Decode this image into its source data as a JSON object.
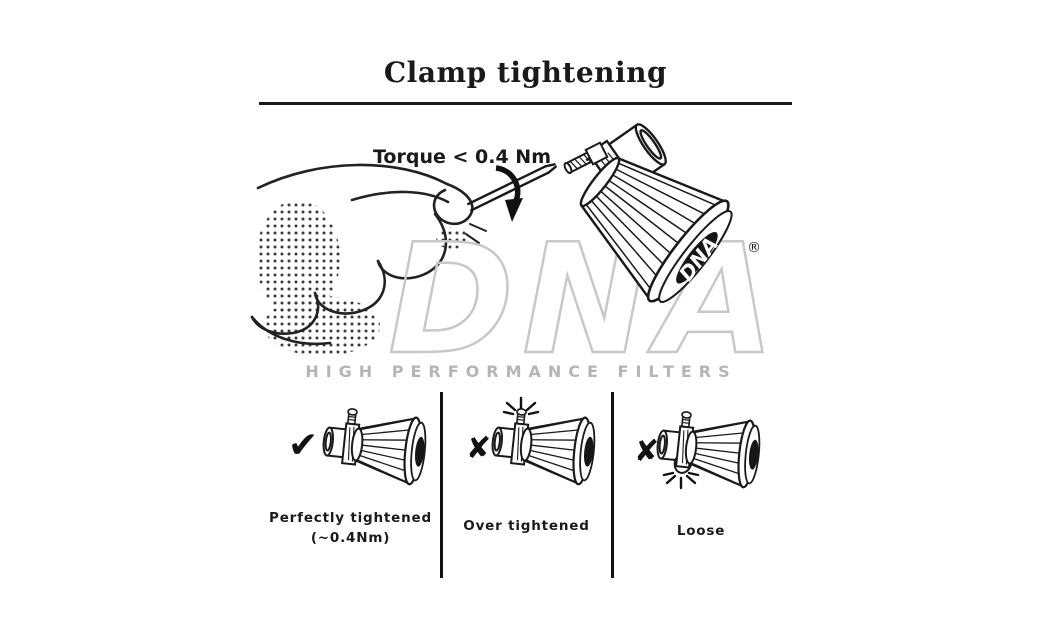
{
  "title": "Clamp tightening",
  "main_diagram": {
    "torque_label": "Torque < 0.4 Nm",
    "cap_logo": "DNA",
    "registered_mark": "®"
  },
  "watermark": {
    "logo": "DNA",
    "tagline": "HIGH PERFORMANCE FILTERS"
  },
  "panels": [
    {
      "mark": "✔",
      "label": "Perfectly tightened",
      "sublabel": "(~0.4Nm)"
    },
    {
      "mark": "✘",
      "label": "Over tightened",
      "sublabel": ""
    },
    {
      "mark": "✘",
      "label": "Loose",
      "sublabel": ""
    }
  ],
  "colors": {
    "ink": "#1a1a1a",
    "watermark_gray": "#c8c8c8",
    "tagline_gray": "#b5b5b5"
  }
}
